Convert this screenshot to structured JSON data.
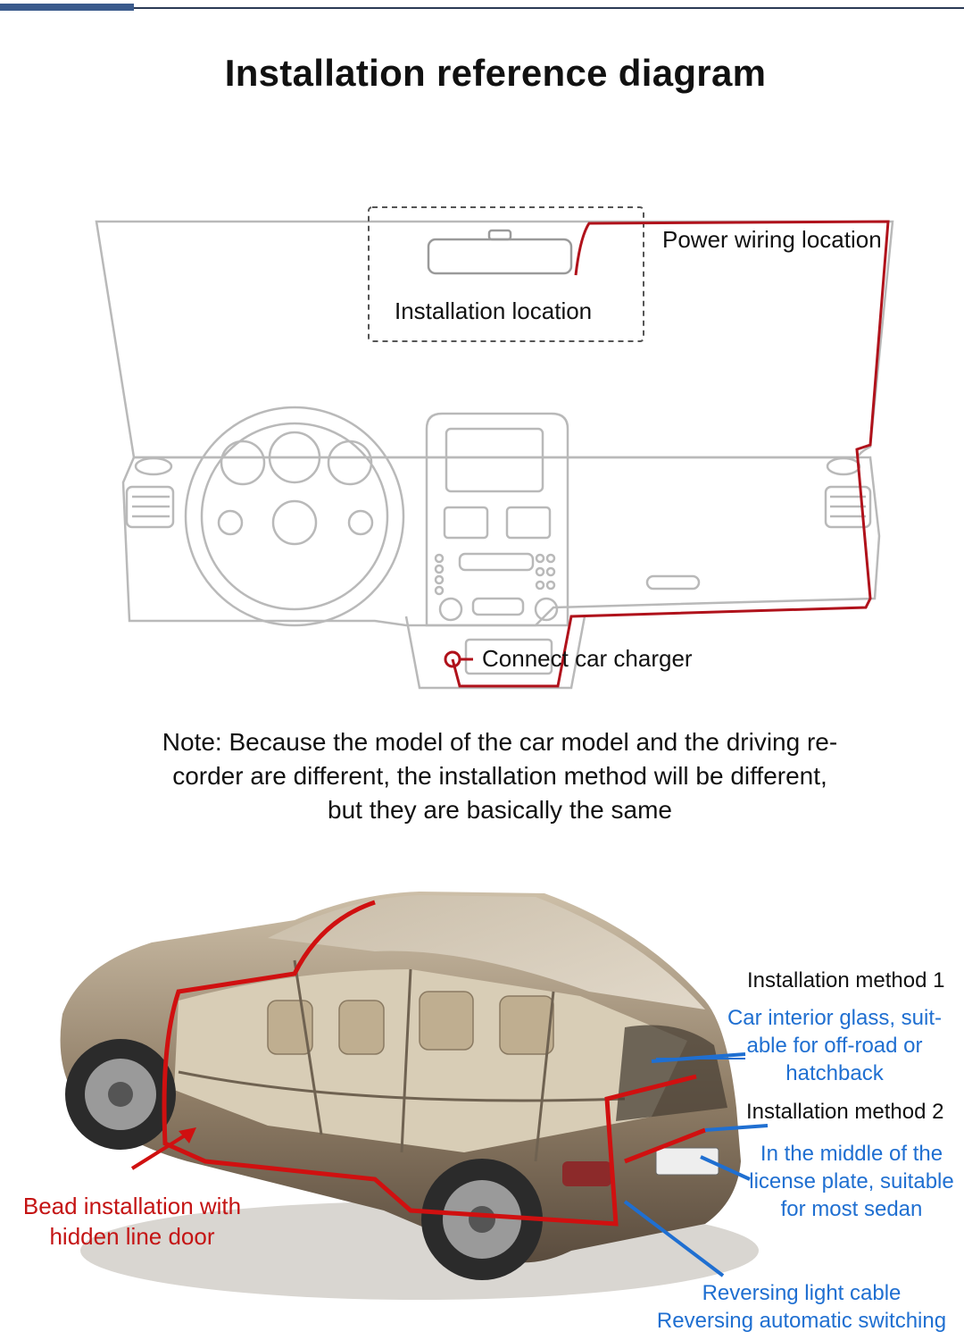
{
  "title": "Installation reference diagram",
  "dashboard": {
    "power_wiring_label": "Power wiring location",
    "installation_location_label": "Installation location",
    "charger_label": "Connect car charger"
  },
  "note": {
    "lines": [
      "Note: Because the model of the car model and the driving re-",
      "corder are different, the installation method will be different,",
      "but they are basically the same"
    ]
  },
  "car": {
    "method1_title": "Installation method 1",
    "method1_desc": [
      "Car interior glass, suit-",
      "able for off-road or",
      "hatchback"
    ],
    "method2_title": "Installation method 2",
    "method2_desc": [
      "In the middle of the",
      "license plate, suitable",
      "for most sedan"
    ],
    "bead_label": [
      "Bead installation with",
      "hidden line door"
    ],
    "reversing_label": [
      "Reversing light cable",
      "Reversing automatic switching"
    ]
  },
  "colors": {
    "wire_red": "#b0121b",
    "callout_blue": "#1f6fd1",
    "callout_red": "#c41414"
  }
}
